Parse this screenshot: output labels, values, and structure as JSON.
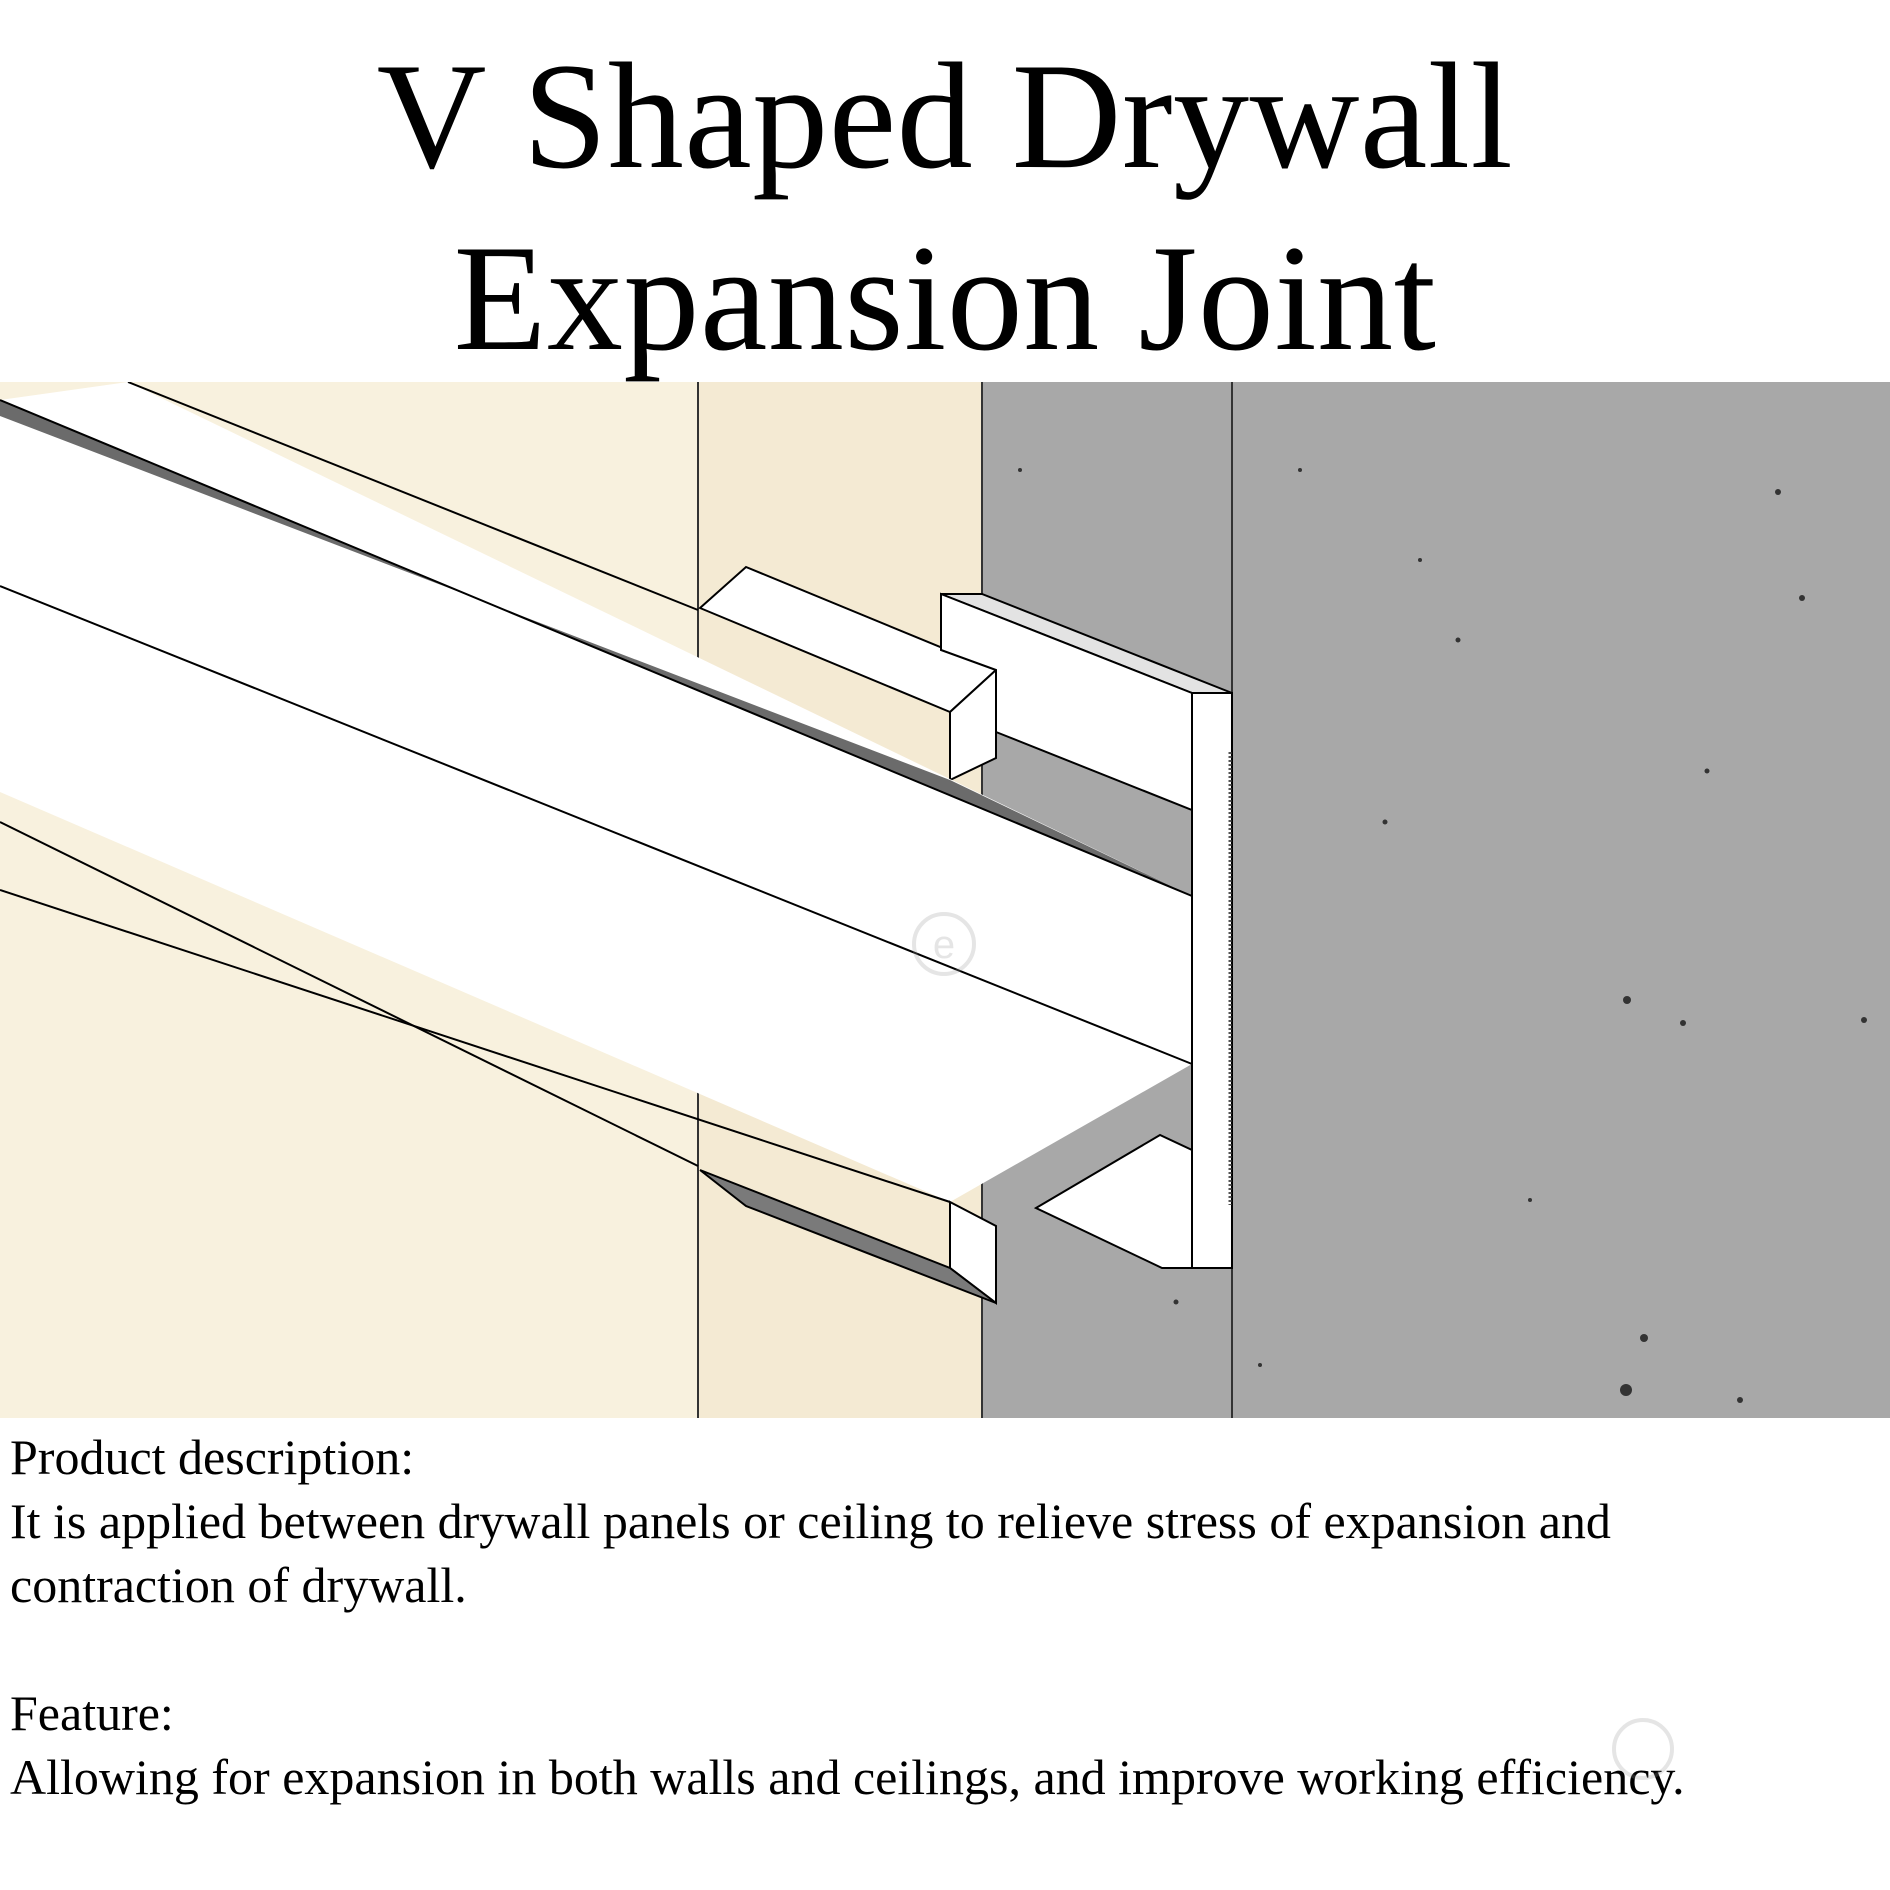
{
  "title": {
    "line1": "V Shaped Drywall",
    "line2": "Expansion Joint"
  },
  "description": {
    "heading": "Product description:",
    "body": "It is applied between drywall panels or ceiling to relieve stress of expansion and contraction of drywall."
  },
  "feature": {
    "heading": "Feature:",
    "body": "Allowing for expansion in both walls and ceilings, and improve working efficiency."
  },
  "illustration": {
    "drywall_color": "#f8f1de",
    "drywall_edge_color": "#f4ead3",
    "concrete_color": "#a8a8a8",
    "profile_color": "#ffffff",
    "groove_color": "#6b6b6b",
    "watermark_icon": "circle-e-logo"
  }
}
